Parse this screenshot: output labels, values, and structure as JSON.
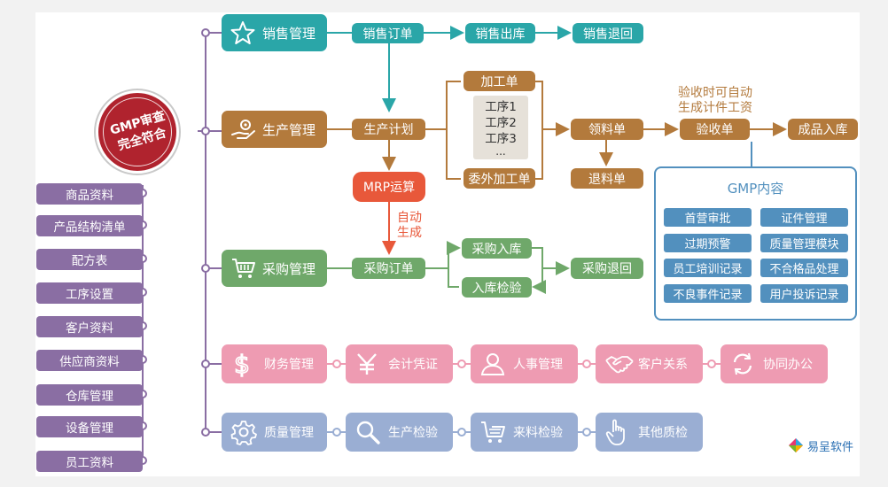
{
  "center_badge": {
    "line1": "GMP审查",
    "line2": "完全符合"
  },
  "left_list": [
    "商品资料",
    "产品结构清单",
    "配方表",
    "工序设置",
    "客户资料",
    "供应商资料",
    "仓库管理",
    "设备管理",
    "员工资料"
  ],
  "modules": {
    "sales": "销售管理",
    "production": "生产管理",
    "purchase": "采购管理",
    "finance": "财务管理",
    "quality": "质量管理"
  },
  "sales_flow": {
    "order": "销售订单",
    "outbound": "销售出库",
    "return": "销售退回"
  },
  "production_flow": {
    "plan": "生产计划",
    "process_order": "加工单",
    "steps": [
      "工序1",
      "工序2",
      "工序3",
      "..."
    ],
    "outsource_order": "委外加工单",
    "material_pick": "领料单",
    "material_return": "退料单",
    "acceptance": "验收单",
    "finished_in": "成品入库",
    "acceptance_note_line1": "验收时可自动",
    "acceptance_note_line2": "生成计件工资",
    "mrp": "MRP运算",
    "auto_note_line1": "自动",
    "auto_note_line2": "生成"
  },
  "purchase_flow": {
    "order": "采购订单",
    "inbound": "采购入库",
    "inspect": "入库检验",
    "return": "采购退回"
  },
  "gmp_panel": {
    "title": "GMP内容",
    "items": [
      "首营审批",
      "证件管理",
      "过期预警",
      "质量管理模块",
      "员工培训记录",
      "不合格品处理",
      "不良事件记录",
      "用户投诉记录"
    ]
  },
  "finance_row": [
    "会计凭证",
    "人事管理",
    "客户关系",
    "协同办公"
  ],
  "quality_row": [
    "生产检验",
    "来料检验",
    "其他质检"
  ],
  "brand": "易呈软件",
  "colors": {
    "purple": "#8a6ea3",
    "teal": "#2aa6a8",
    "brown": "#b37a3c",
    "green": "#6fa86a",
    "pink": "#ee9bb2",
    "lavender": "#9aaed3",
    "blue": "#5290be",
    "red": "#e8583a",
    "badge": "#b0232e"
  },
  "icons": {
    "sales": "star-icon",
    "production": "hand-gear-icon",
    "purchase": "cart-icon",
    "finance": "dollar-icon",
    "voucher": "yen-icon",
    "hr": "person-icon",
    "crm": "handshake-icon",
    "office": "refresh-icon",
    "quality": "gear-icon",
    "prod_check": "magnifier-icon",
    "incoming_check": "checklist-cart-icon",
    "other_check": "pointer-hand-icon",
    "brand": "logo-icon"
  }
}
